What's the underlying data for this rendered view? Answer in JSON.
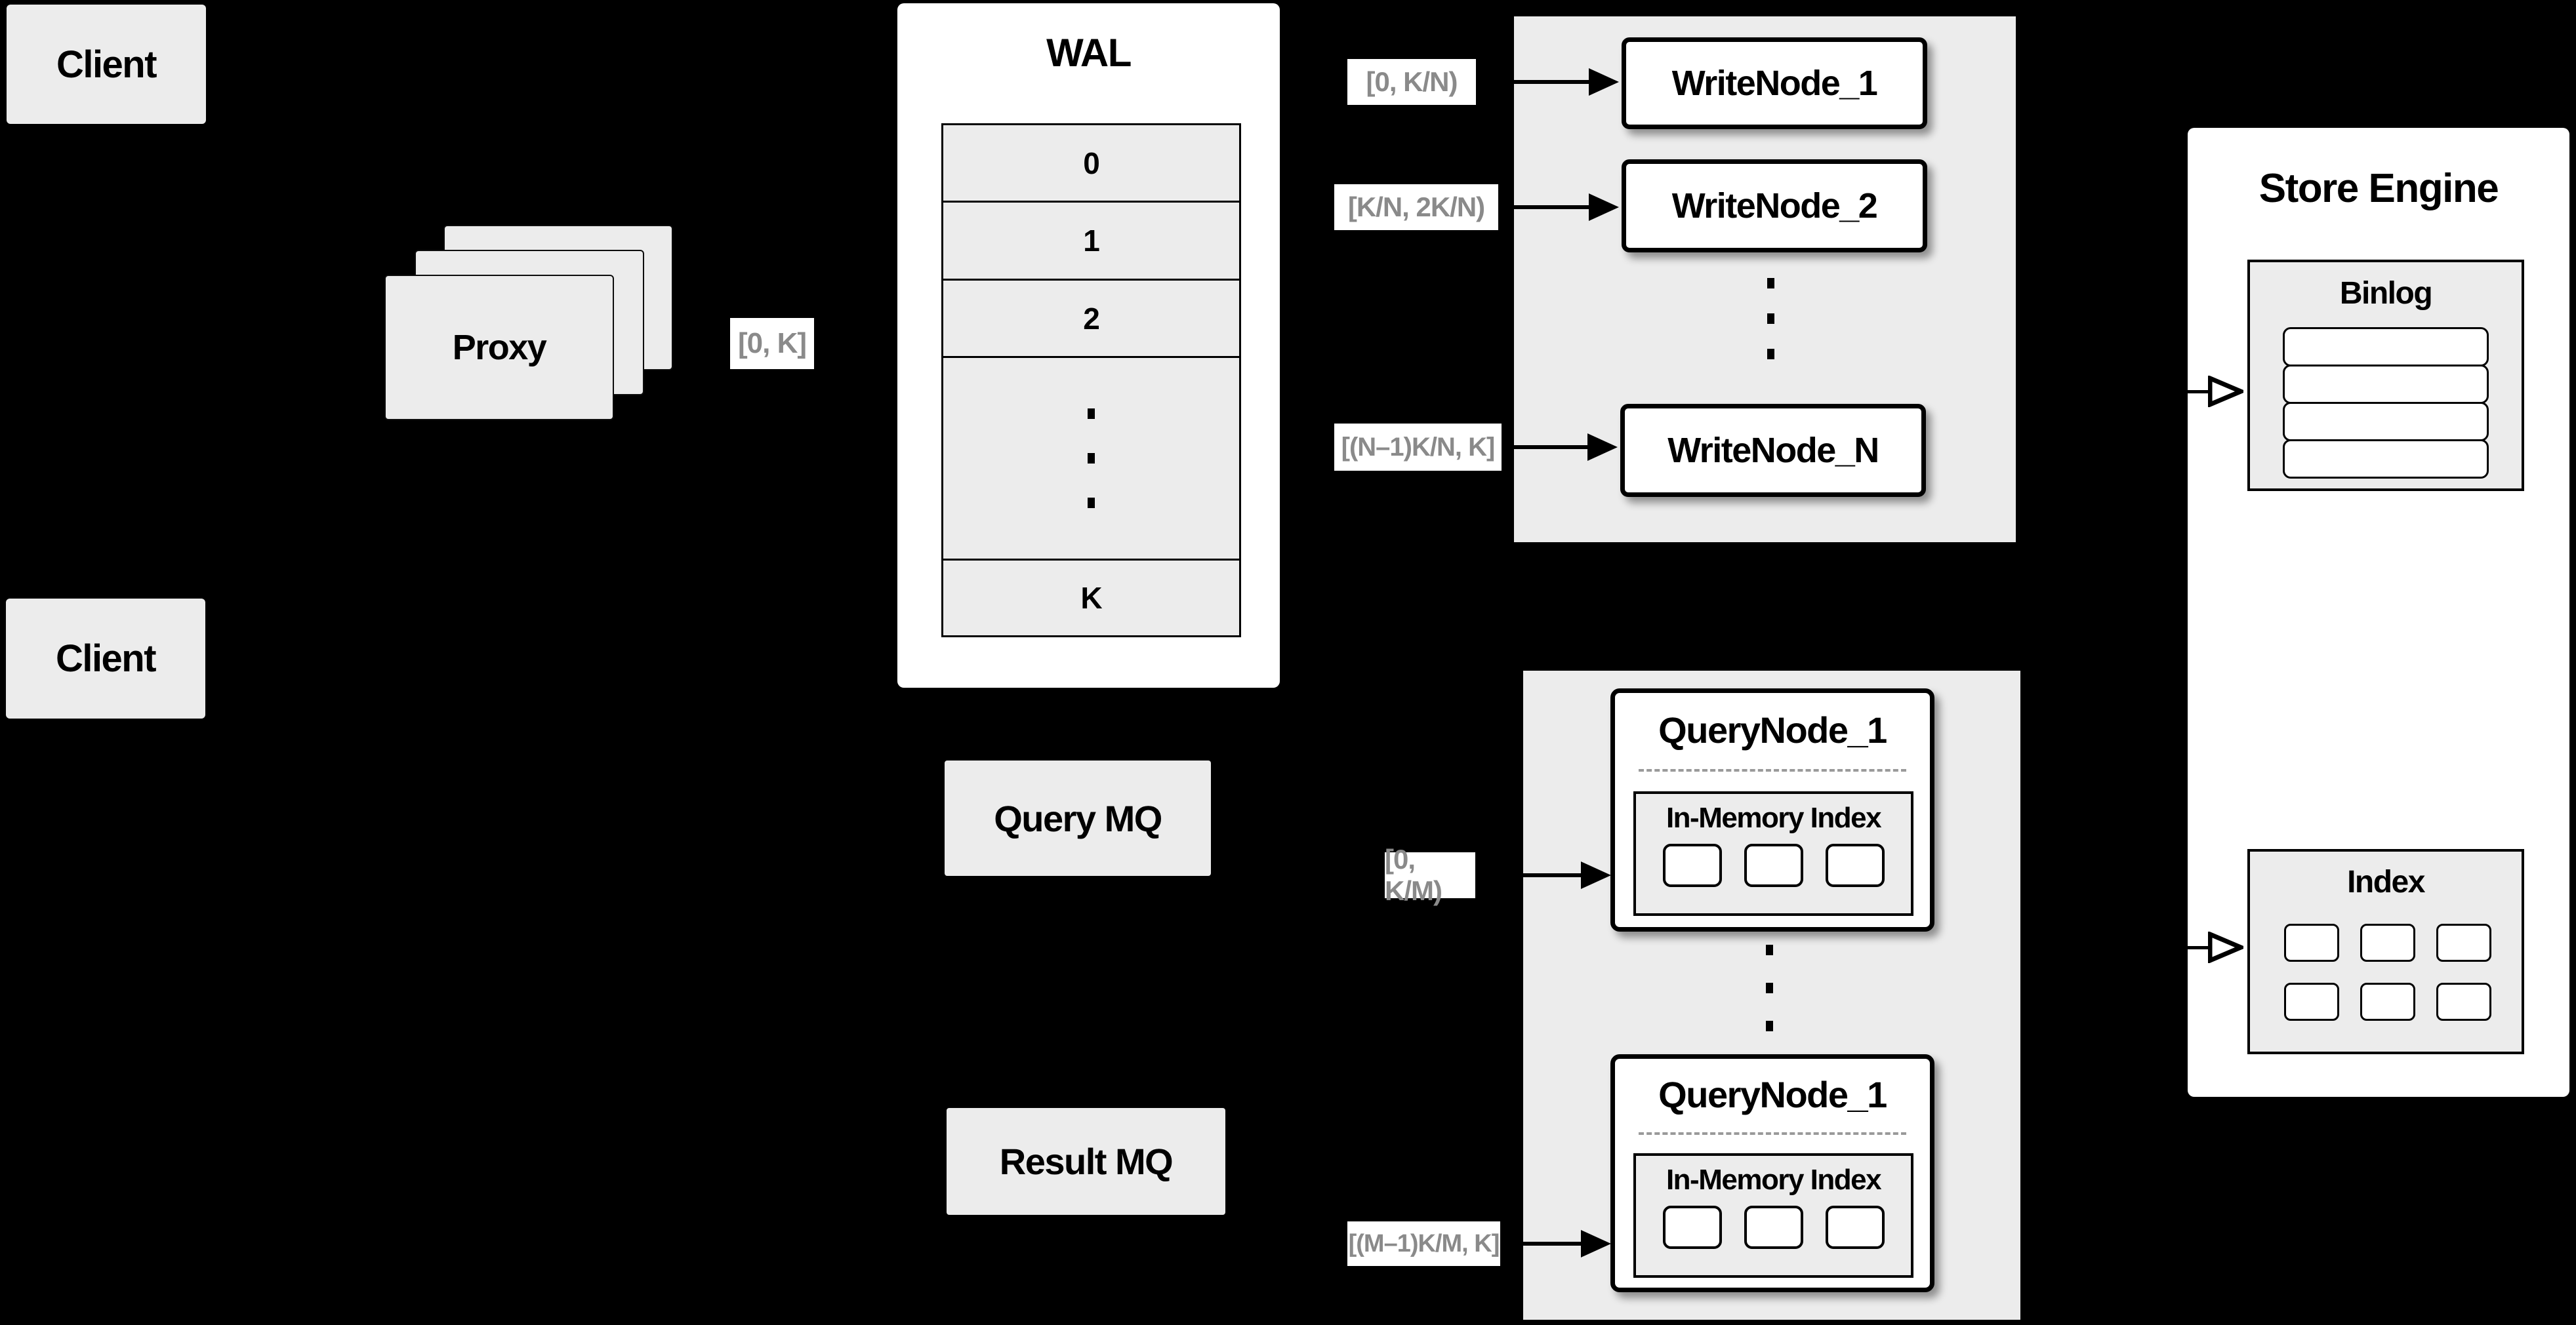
{
  "colors": {
    "background": "#000000",
    "panel_gray": "#ececec",
    "box_white": "#ffffff",
    "line_black": "#000000",
    "range_label_text": "#8a8a8a"
  },
  "clients": {
    "top_label": "Client",
    "bottom_label": "Client"
  },
  "proxy": {
    "label": "Proxy"
  },
  "range_labels": {
    "proxy_out": "[0, K]",
    "write_node_1": "[0, K/N)",
    "write_node_2": "[K/N, 2K/N)",
    "write_node_n": "[(N–1)K/N, K]",
    "query_node_1": "[0, K/M)",
    "query_node_m": "[(M–1)K/M, K]"
  },
  "wal": {
    "title": "WAL",
    "segments": [
      "0",
      "1",
      "2"
    ],
    "segment_last": "K"
  },
  "write_nodes": {
    "node_1": "WriteNode_1",
    "node_2": "WriteNode_2",
    "node_n": "WriteNode_N"
  },
  "query_nodes": {
    "top": {
      "title": "QueryNode_1",
      "inner_title": "In-Memory Index"
    },
    "bottom": {
      "title": "QueryNode_1",
      "inner_title": "In-Memory Index"
    }
  },
  "message_queues": {
    "query": "Query MQ",
    "result": "Result MQ"
  },
  "store_engine": {
    "title": "Store Engine",
    "binlog_title": "Binlog",
    "index_title": "Index"
  }
}
